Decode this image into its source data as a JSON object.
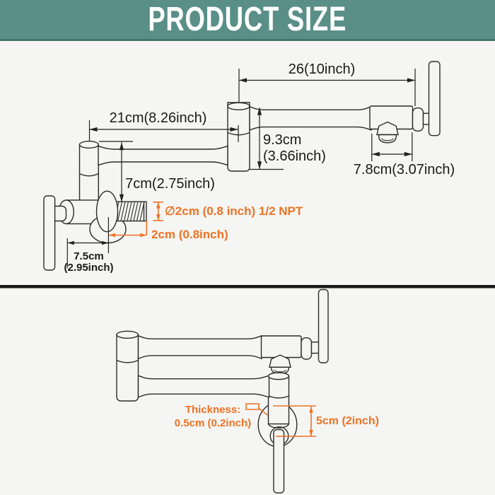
{
  "header": {
    "title": "PRODUCT SIZE",
    "bg_color": "#5a8f88",
    "text_color": "#ffffff"
  },
  "colors": {
    "background": "#f5f5f3",
    "line_art": "#2b2b2b",
    "accent_orange": "#ed7224",
    "dimension_text": "#1a1a1a",
    "divider": "#1a1a1a"
  },
  "top_view": {
    "description": "extended pot filler faucet line drawing",
    "dims": {
      "d26": "26(10inch)",
      "d21": "21cm(8.26inch)",
      "d93_line1": "9.3cm",
      "d93_line2": "(3.66inch)",
      "d78": "7.8cm(3.07inch)",
      "d7": "7cm(2.75inch)",
      "d_diameter": "∅2cm (0.8 inch) 1/2 NPT",
      "d2": "2cm (0.8inch)",
      "d75_line1": "7.5cm",
      "d75_line2": "(2.95inch)"
    }
  },
  "bottom_view": {
    "description": "folded pot filler faucet line drawing",
    "dims": {
      "thickness_line1": "Thickness:",
      "thickness_line2": "0.5cm (0.2inch)",
      "d5": "5cm (2inch)"
    }
  }
}
